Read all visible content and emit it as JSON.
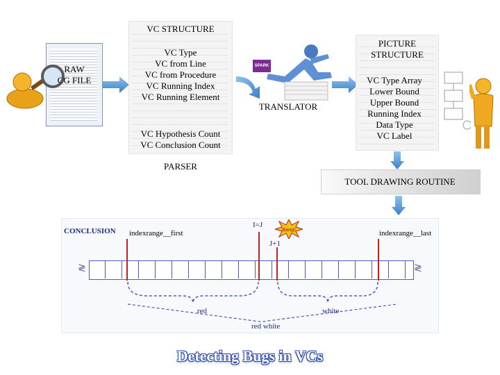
{
  "raw_file": {
    "label_line1": "RAW",
    "label_line2": "CG FILE"
  },
  "vc_structure": {
    "title": "VC STRUCTURE",
    "fields_top": [
      "VC Type",
      "VC from Line",
      "VC from Procedure",
      "VC Running Index",
      "VC Running Element"
    ],
    "fields_bottom": [
      "VC Hypothesis Count",
      "VC Conclusion Count"
    ]
  },
  "parser_label": "PARSER",
  "translator_label": "TRANSLATOR",
  "spark_badge": "SPARK",
  "picture_structure": {
    "title_line1": "PICTURE",
    "title_line2": "STRUCTURE",
    "fields": [
      "VC Type Array",
      "Lower Bound",
      "Upper Bound",
      "Running Index",
      "Data Type",
      "VC Label"
    ]
  },
  "tool_label": "TOOL DRAWING ROUTINE",
  "diagram": {
    "conclusion": "CONCLUSION",
    "first": "indexrange__first",
    "last": "indexrange__last",
    "i_eq_j": "I=J",
    "j_plus": "J+1",
    "bang": "Bang!",
    "red": "red",
    "white": "white",
    "red_white": "red white"
  },
  "title": "Detecting Bugs in VCs",
  "colors": {
    "arrow": "#4a90d9",
    "accent_red": "#c81e1e",
    "title": "#2a49b0"
  }
}
